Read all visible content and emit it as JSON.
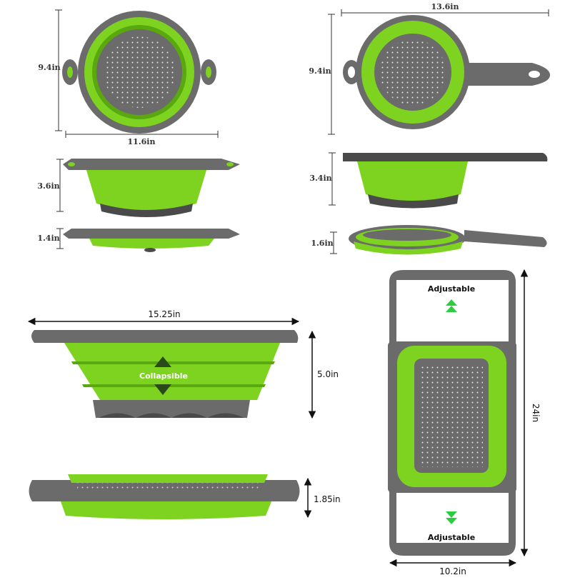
{
  "colors": {
    "green": "#7ed321",
    "green_dark": "#5aa80f",
    "gray": "#6b6b6b",
    "gray_dark": "#4a4a4a",
    "gray_light": "#8a8a8a",
    "arrow_green": "#2ecc40"
  },
  "dimensions": {
    "round_width": "11.6in",
    "round_height_top": "9.4in",
    "round_depth": "3.6in",
    "round_folded": "1.4in",
    "handle_width": "13.6in",
    "handle_height_top": "9.4in",
    "handle_depth": "3.4in",
    "handle_folded": "1.6in",
    "rect_width": "15.25in",
    "rect_depth": "5.0in",
    "rect_folded": "1.85in",
    "ext_length": "24in",
    "ext_width": "10.2in"
  },
  "callouts": {
    "collapsible": "Collapsible",
    "adjustable_top": "Adjustable",
    "adjustable_bottom": "Adjustable"
  },
  "icons": {
    "dim_arrow": "double-headed-arrow-icon",
    "collapse": "collapse-arrows-icon",
    "adjust": "adjust-arrows-icon"
  }
}
